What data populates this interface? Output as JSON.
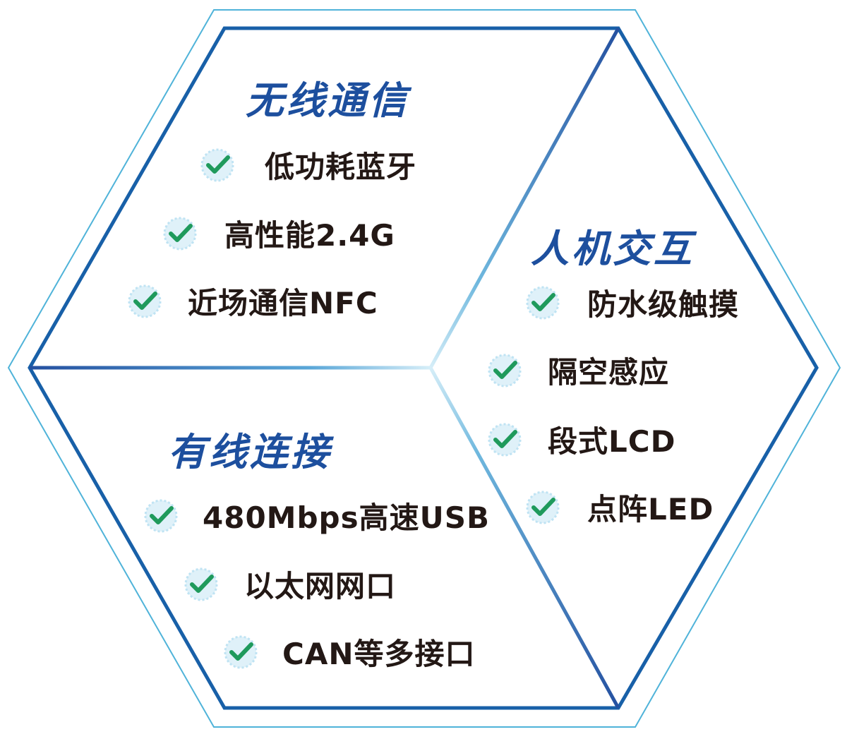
{
  "colors": {
    "outer_border": "#4fb3d9",
    "inner_border": "#1860a8",
    "title": "#1d4f9e",
    "text": "#231815",
    "check": "#1f9a5c",
    "check_halo": "#bfe3f3"
  },
  "icons": {
    "check": "check-circle-icon"
  },
  "sections": {
    "wireless": {
      "title": "无线通信",
      "items": [
        "低功耗蓝牙",
        "高性能2.4G",
        "近场通信NFC"
      ]
    },
    "hmi": {
      "title": "人机交互",
      "items": [
        "防水级触摸",
        "隔空感应",
        "段式LCD",
        "点阵LED"
      ]
    },
    "wired": {
      "title": "有线连接",
      "items": [
        "480Mbps高速USB",
        "以太网网口",
        "CAN等多接口"
      ]
    }
  }
}
